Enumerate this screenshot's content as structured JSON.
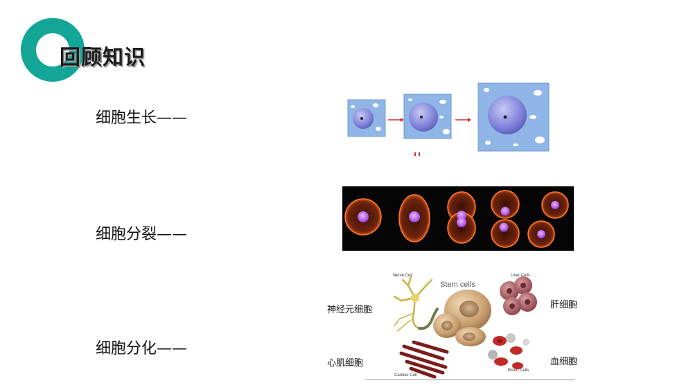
{
  "header": {
    "title": "回顾知识"
  },
  "items": [
    {
      "label": "细胞生长——"
    },
    {
      "label": "细胞分裂——"
    },
    {
      "label": "细胞分化——"
    }
  ],
  "stem_figure": {
    "center_label": "Stem cells",
    "nerve_label": "Nerve Cell",
    "liver_label": "Liver Cells",
    "cardiac_label": "Cardiac Cell",
    "blood_label": "Blood Cells"
  },
  "captions": {
    "neuron": "神经元细胞",
    "liver": "肝细胞",
    "muscle": "心肌细胞",
    "blood": "血细胞"
  },
  "colors": {
    "accent": "#13a596"
  }
}
